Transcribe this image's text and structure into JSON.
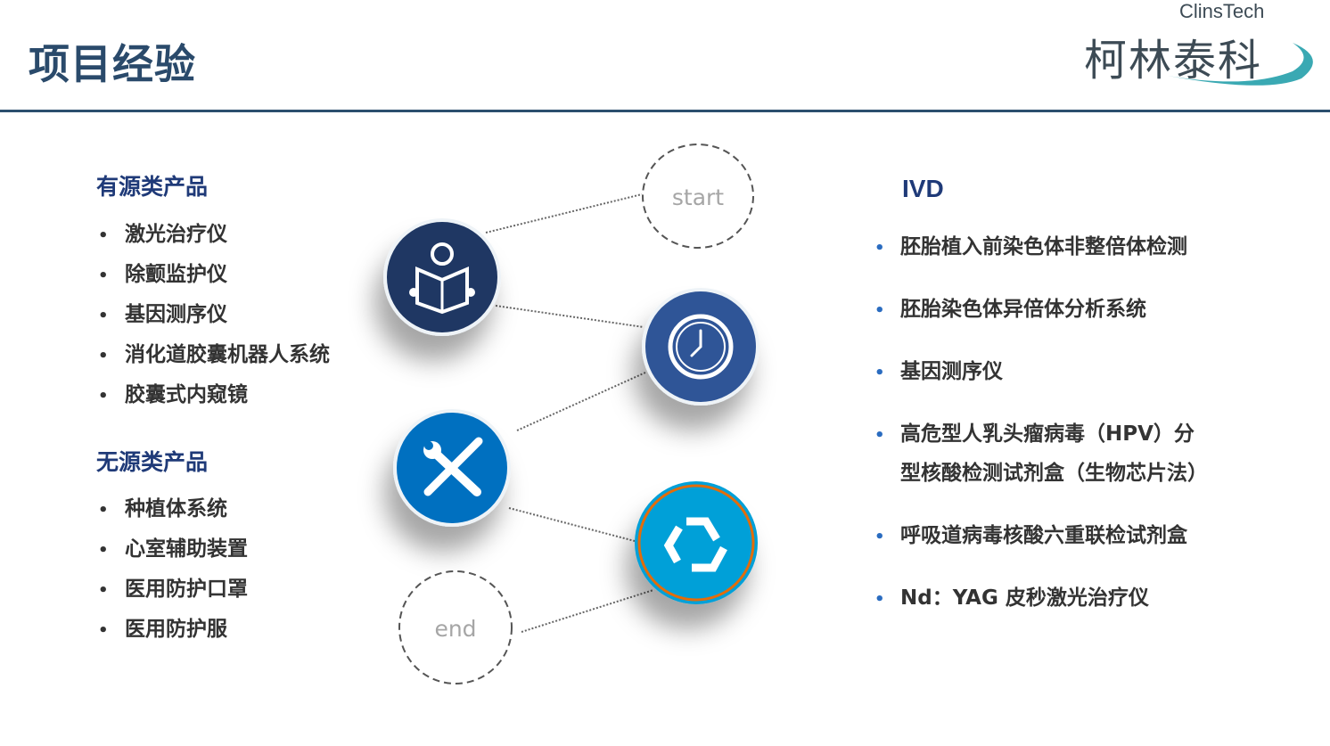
{
  "header": {
    "title": "项目经验",
    "logo_en": "ClinsTech",
    "logo_cn": "柯林泰科"
  },
  "active": {
    "heading": "有源类产品",
    "items": [
      "激光治疗仪",
      "除颤监护仪",
      "基因测序仪",
      "消化道胶囊机器人系统",
      "胶囊式内窥镜"
    ]
  },
  "passive": {
    "heading": "无源类产品",
    "items": [
      "种植体系统",
      "心室辅助装置",
      "医用防护口罩",
      "医用防护服"
    ]
  },
  "diagram": {
    "start": "start",
    "end": "end",
    "icons": [
      "reader-icon",
      "clock-icon",
      "tools-icon",
      "recycle-icon"
    ]
  },
  "ivd": {
    "heading": "IVD",
    "items": [
      "胚胎植入前染色体非整倍体检测",
      "胚胎染色体异倍体分析系统",
      "基因测序仪",
      "高危型人乳头瘤病毒（HPV）分",
      "型核酸检测试剂盒（生物芯片法）",
      "呼吸道病毒核酸六重联检试剂盒",
      "Nd：YAG 皮秒激光治疗仪"
    ]
  },
  "colors": {
    "navy": "#1f3763",
    "blue": "#2f5597",
    "mid": "#0070c0",
    "cyan": "#00a0d8",
    "orange": "#e36c0a"
  }
}
